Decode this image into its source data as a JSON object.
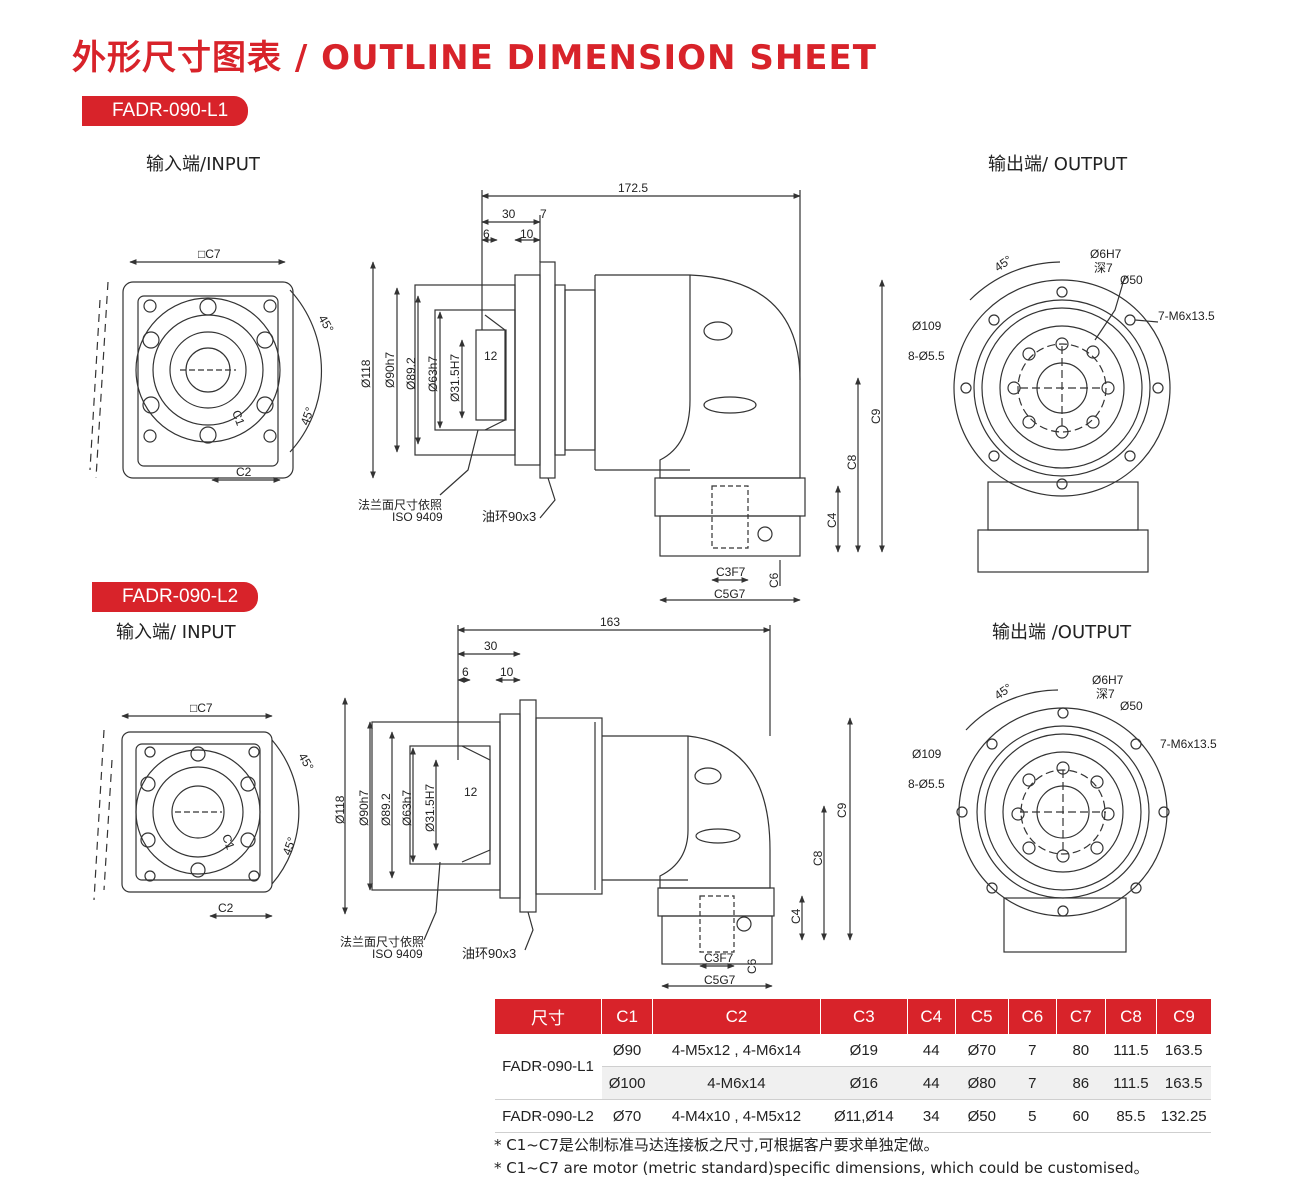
{
  "page_title": "外形尺寸图表 / OUTLINE DIMENSION SHEET",
  "model_1": {
    "tag": "FADR-090-L1",
    "input_label": "输入端/INPUT",
    "output_label": "输出端/ OUTPUT",
    "dims": {
      "length": "172.5",
      "d30": "30",
      "d7": "7",
      "d6": "6",
      "d10": "10",
      "d118": "Ø118",
      "d90": "Ø90h7",
      "d89": "Ø89.2",
      "d63": "Ø63h7",
      "d31": "Ø31.5H7",
      "d12": "12",
      "c9": "C9",
      "c8": "C8",
      "c4": "C4",
      "c3": "C3F7",
      "c6": "C6",
      "c5": "C5G7",
      "c7": "□C7",
      "c1": "C1",
      "c2": "C2",
      "angle1": "45°",
      "angle2": "45°",
      "flange_note_1": "法兰面尺寸依照",
      "flange_note_2": "ISO 9409",
      "oil_ring": "油环90x3",
      "out_d6": "Ø6H7",
      "out_depth": "深7",
      "out_d50": "Ø50",
      "out_m6": "7-M6x13.5",
      "out_d109": "Ø109",
      "out_holes": "8-Ø5.5",
      "out_angle": "45°"
    }
  },
  "model_2": {
    "tag": "FADR-090-L2",
    "input_label": "输入端/ INPUT",
    "output_label": "输出端 /OUTPUT",
    "dims": {
      "length": "163",
      "d30": "30",
      "d6": "6",
      "d10": "10",
      "d118": "Ø118",
      "d90": "Ø90h7",
      "d89": "Ø89.2",
      "d63": "Ø63h7",
      "d31": "Ø31.5H7",
      "d12": "12",
      "c9": "C9",
      "c8": "C8",
      "c4": "C4",
      "c3": "C3F7",
      "c6": "C6",
      "c5": "C5G7",
      "c7": "□C7",
      "c1": "C1",
      "c2": "C2",
      "angle1": "45°",
      "angle2": "45°",
      "flange_note_1": "法兰面尺寸依照",
      "flange_note_2": "ISO 9409",
      "oil_ring": "油环90x3",
      "out_d6": "Ø6H7",
      "out_depth": "深7",
      "out_d50": "Ø50",
      "out_m6": "7-M6x13.5",
      "out_d109": "Ø109",
      "out_holes": "8-Ø5.5",
      "out_angle": "45°"
    }
  },
  "table": {
    "headers": [
      "尺寸",
      "C1",
      "C2",
      "C3",
      "C4",
      "C5",
      "C6",
      "C7",
      "C8",
      "C9"
    ],
    "group_l1": "FADR-090-L1",
    "group_l2": "FADR-090-L2",
    "row1": [
      "Ø90",
      "4-M5x12 , 4-M6x14",
      "Ø19",
      "44",
      "Ø70",
      "7",
      "80",
      "111.5",
      "163.5"
    ],
    "row2": [
      "Ø100",
      "4-M6x14",
      "Ø16",
      "44",
      "Ø80",
      "7",
      "86",
      "111.5",
      "163.5"
    ],
    "row3": [
      "Ø70",
      "4-M4x10 , 4-M5x12",
      "Ø11,Ø14",
      "34",
      "Ø50",
      "5",
      "60",
      "85.5",
      "132.25"
    ]
  },
  "notes": {
    "cn": "* C1~C7是公制标准马达连接板之尺寸,可根据客户要求单独定做。",
    "en": "* C1~C7 are motor (metric standard)specific dimensions, which could be customised。"
  },
  "colors": {
    "accent": "#d8232a",
    "line": "#333333"
  }
}
